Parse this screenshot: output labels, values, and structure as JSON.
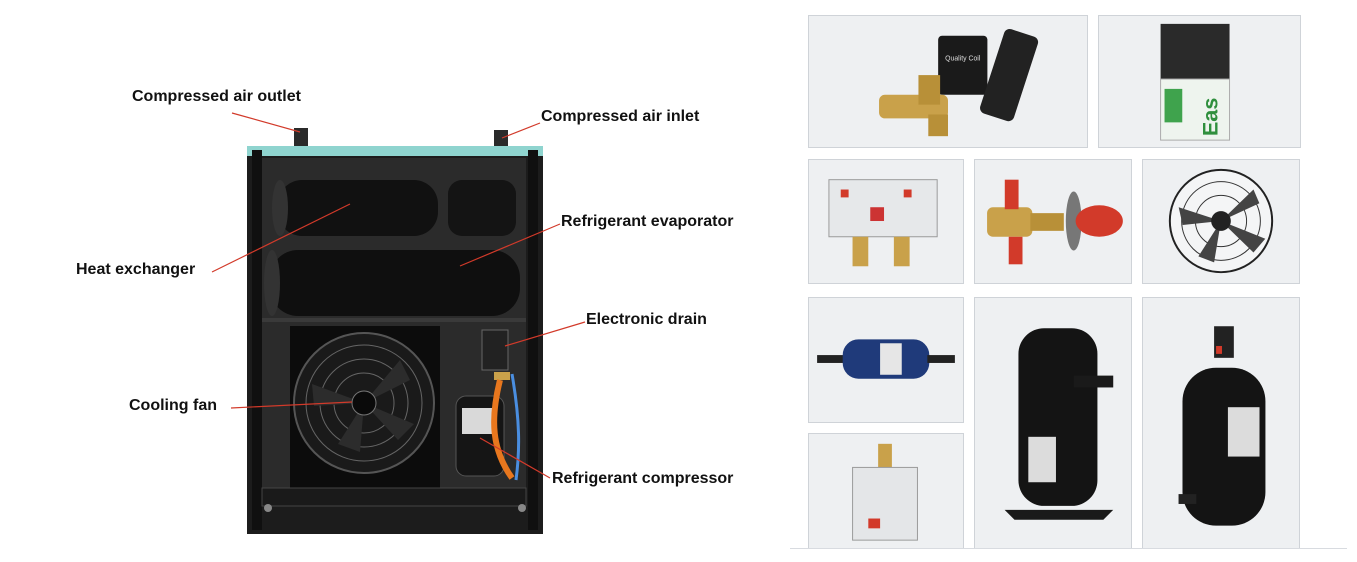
{
  "diagram": {
    "labels": {
      "air_outlet": "Compressed air outlet",
      "air_inlet": "Compressed air inlet",
      "evaporator": "Refrigerant evaporator",
      "heat_exchanger": "Heat exchanger",
      "drain": "Electronic drain",
      "fan": "Cooling fan",
      "compressor": "Refrigerant compressor"
    }
  },
  "gallery": {
    "contactor_text": "Eas",
    "valve_coil_text": "Quality Coil"
  },
  "colors": {
    "cabinet": "#1a1a1a",
    "top_panel": "#8fd4cf",
    "brass": "#c9a14a",
    "red_cap": "#d23a2a",
    "filter_blue": "#1f3a7a",
    "hose_orange": "#e8771e"
  }
}
